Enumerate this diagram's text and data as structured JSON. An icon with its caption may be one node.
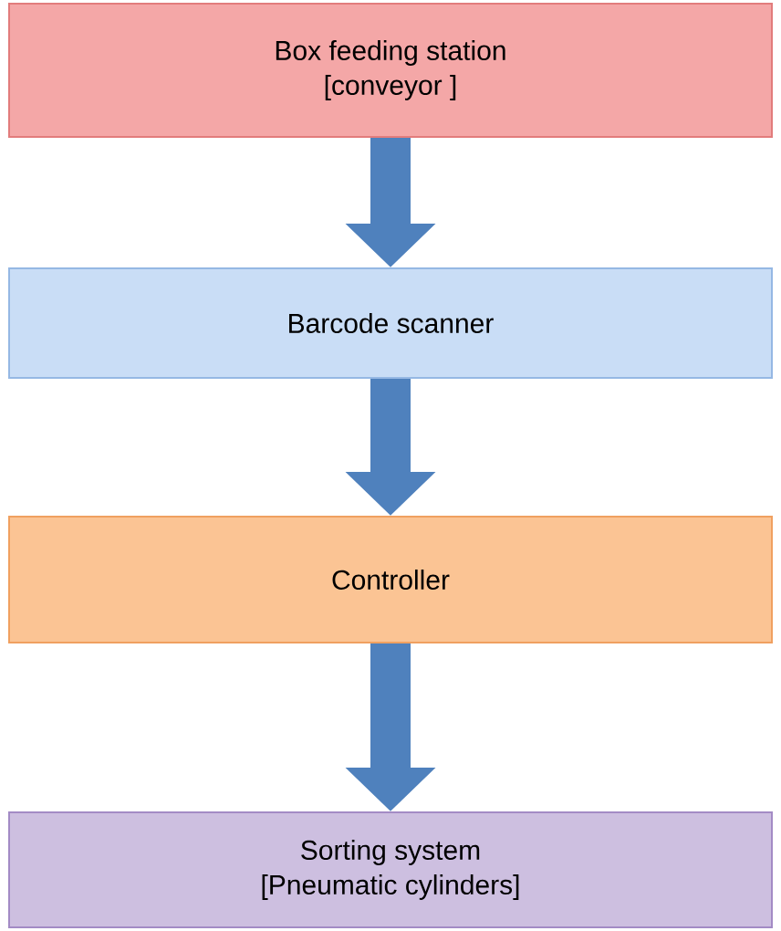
{
  "diagram": {
    "nodes": [
      {
        "text": [
          "Box feeding station",
          "[conveyor ]"
        ]
      },
      {
        "text": [
          "Barcode  scanner"
        ]
      },
      {
        "text": [
          "Controller"
        ]
      },
      {
        "text": [
          "Sorting system",
          "[Pneumatic cylinders]"
        ]
      }
    ],
    "edges": [
      {
        "from": 0,
        "to": 1,
        "arrow": "to"
      },
      {
        "from": 1,
        "to": 2,
        "arrow": "to"
      },
      {
        "from": 2,
        "to": 3,
        "arrow": "to"
      }
    ]
  }
}
